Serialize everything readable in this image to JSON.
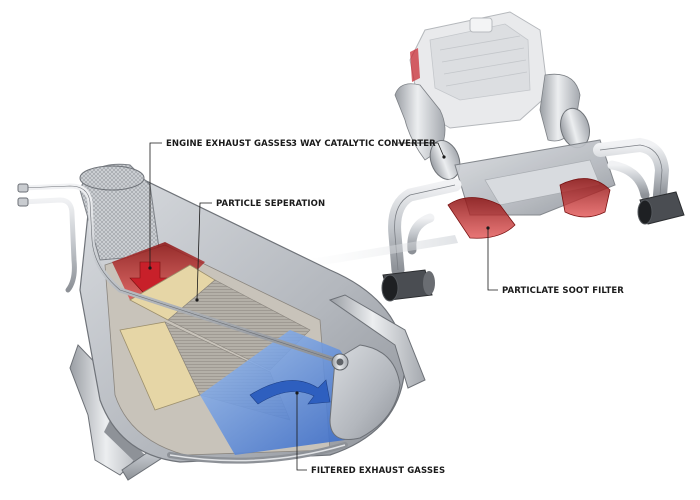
{
  "labels": {
    "engine_exhaust": "ENGINE EXHAUST GASSES",
    "particle_separation": "PARTICLE SEPERATION",
    "catalytic_converter": "3 WAY CATALYTIC CONVERTER",
    "soot_filter": "PARTICLATE SOOT FILTER",
    "filtered_exhaust": "FILTERED EXHAUST GASSES"
  },
  "colors": {
    "leader_line": "#1a1a1a",
    "hot_gas": "#c8202a",
    "filtered_gas": "#3f78d4",
    "metal": "#b8bcc2",
    "filter_core": "#e6d6a6"
  }
}
